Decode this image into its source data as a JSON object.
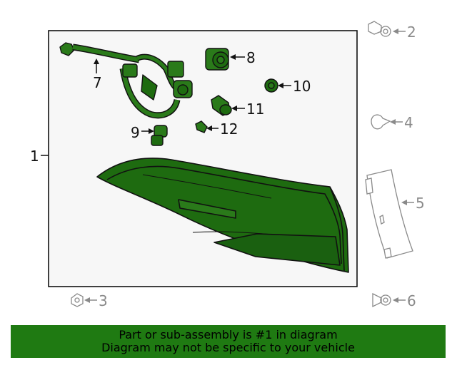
{
  "colors": {
    "highlight": "#1f7a12",
    "part_fill": "#1e6b10",
    "outline": "#111111",
    "secondary_part": "#9a9a9a",
    "frame_fill": "#f7f7f7"
  },
  "callouts": {
    "main": "1",
    "bolt_top": "2",
    "nut_bottom": "3",
    "clip": "4",
    "bracket": "5",
    "screw": "6",
    "wiring_harness": "7",
    "socket_large": "8",
    "socket_small": "9",
    "bulb_round": "10",
    "bulb_large": "11",
    "bulb_small": "12"
  },
  "footer": {
    "line1": "Part or sub-assembly is #1 in diagram",
    "line2": "Diagram may not be specific to your vehicle"
  }
}
